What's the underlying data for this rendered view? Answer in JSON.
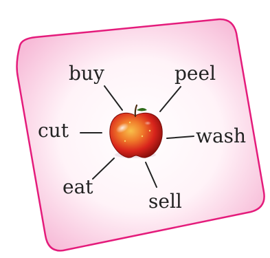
{
  "card": {
    "background_color": "#fde6f0",
    "border_color": "#e41b7b"
  },
  "center_image": {
    "icon": "red-apple-icon",
    "colors": [
      "#d7261e",
      "#f08a3a",
      "#2f6b1a"
    ]
  },
  "words": {
    "buy": "buy",
    "peel": "peel",
    "cut": "cut",
    "wash": "wash",
    "eat": "eat",
    "sell": "sell"
  }
}
